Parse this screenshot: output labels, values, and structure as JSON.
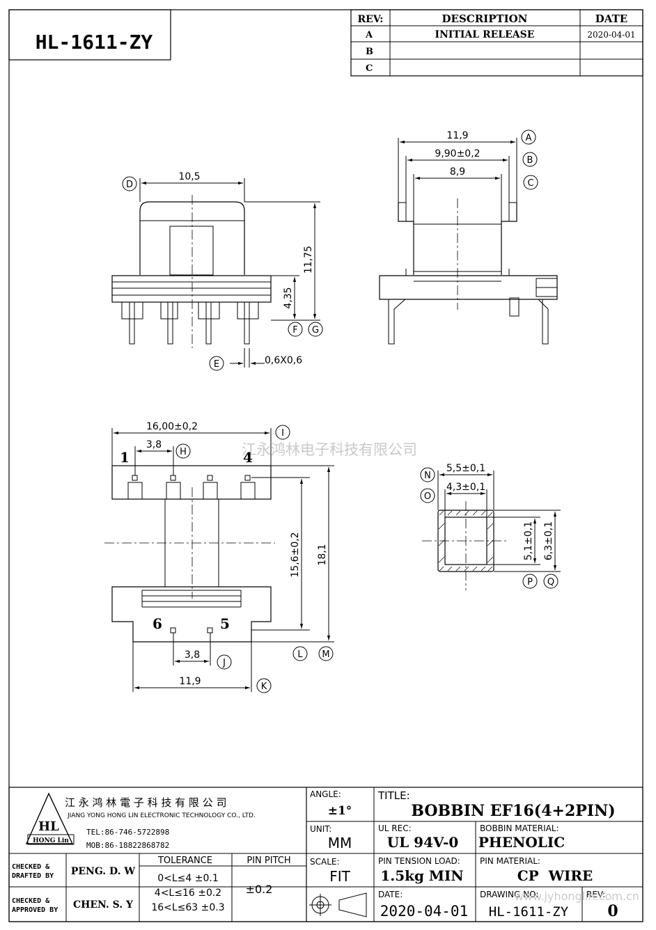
{
  "header": {
    "part_number": "HL-1611-ZY",
    "rev_table": {
      "col_rev": "REV:",
      "col_description": "DESCRIPTION",
      "col_date": "DATE",
      "rows": [
        {
          "rev": "A",
          "description": "INITIAL RELEASE",
          "date": "2020-04-01"
        },
        {
          "rev": "B",
          "description": "",
          "date": ""
        },
        {
          "rev": "C",
          "description": "",
          "date": ""
        }
      ]
    }
  },
  "dimensions": {
    "front_width": "10,5",
    "front_height": "11,75",
    "front_base": "4,35",
    "pin_size": "0,6X0,6",
    "side_outer": "11,9",
    "side_mid": "9,90±0,2",
    "side_inner": "8,9",
    "bottom_width": "16,00±0,2",
    "bottom_pitch_top": "3,8",
    "bottom_inner": "15,6±0,2",
    "bottom_overall": "18,1",
    "bottom_pitch_bot": "3,8",
    "bottom_base_width": "11,9",
    "core_outer_w": "5,5±0,1",
    "core_inner_w": "4,3±0,1",
    "core_inner_h": "5,1±0,1",
    "core_outer_h": "6,3±0,1"
  },
  "callouts": [
    "A",
    "B",
    "C",
    "D",
    "E",
    "F",
    "G",
    "H",
    "I",
    "J",
    "K",
    "L",
    "M",
    "N",
    "O",
    "P",
    "Q"
  ],
  "pin_numbers": {
    "p1": "1",
    "p4": "4",
    "p6": "6",
    "p5": "5"
  },
  "watermark": "江永鸿林电子科技有限公司",
  "title_block": {
    "company_cn": "江 永 鸿 林 電 子 科 技 有 限 公 司",
    "company_en": "JIANG YONG HONG LIN ELECTRONIC TECHNOLOGY CO., LTD.",
    "logo_text": "HONG Lin",
    "tel": "TEL:86-746-5722898",
    "mob": "MOB:86-18822868782",
    "checked_drafted_label": "CHECKED & DRAFTED BY",
    "checked_drafted_by": "PENG. D. W",
    "checked_approved_label": "CHECKED & APPROVED BY",
    "checked_approved_by": "CHEN. S. Y",
    "tolerance_label": "TOLERANCE",
    "tolerance_rows": [
      "0<L≤4  ±0.1",
      "4<L≤16 ±0.2",
      "16<L≤63 ±0.3"
    ],
    "pin_pitch_label": "PIN PITCH",
    "pin_pitch_value": "±0.2",
    "angle_label": "ANGLE:",
    "angle_value": "±1°",
    "unit_label": "UNIT:",
    "unit_value": "MM",
    "scale_label": "SCALE:",
    "scale_value": "FIT",
    "title_label": "TITLE:",
    "title_value": "BOBBIN EF16(4+2PIN)",
    "ul_label": "UL REC:",
    "ul_value": "UL 94V-0",
    "bobbin_material_label": "BOBBIN MATERIAL:",
    "bobbin_material_value": "PHENOLIC",
    "pin_tension_label": "PIN TENSION LOAD:",
    "pin_tension_value": "1.5kg MIN",
    "pin_material_label": "PIN MATERIAL:",
    "pin_material_value": "CP  WIRE",
    "date_label": "DATE:",
    "date_value": "2020-04-01",
    "drawing_no_label": "DRAWING NO:",
    "drawing_no_value": "HL-1611-ZY",
    "rev_label": "REV:",
    "rev_value": "0",
    "footer_watermark": "www.jyhonglin.com.cn"
  }
}
